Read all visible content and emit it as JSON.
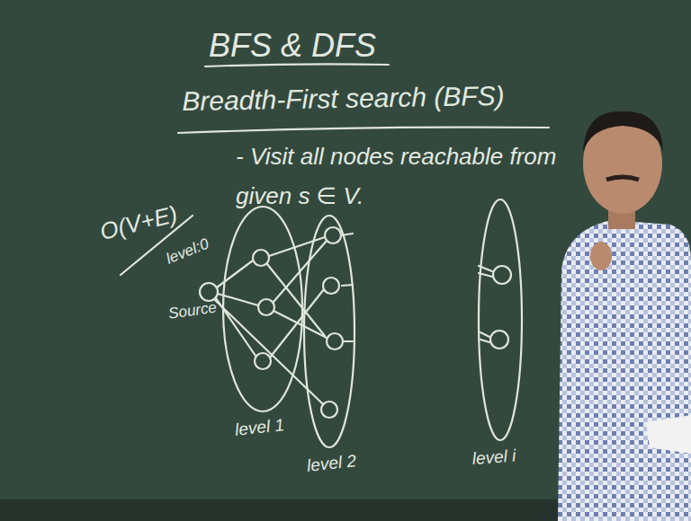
{
  "diagram": {
    "title": "BFS & DFS",
    "nodes": [
      {
        "text": [
          "level:0",
          "Source"
        ]
      },
      {
        "text": [
          "level 1"
        ]
      },
      {
        "text": [
          "level 2"
        ]
      },
      {
        "text": [
          "level i"
        ]
      }
    ],
    "labels": [
      "Breadth-First search (BFS)",
      "- Visit all nodes reachable from given s ∈ V.",
      "O(V+E)"
    ]
  }
}
